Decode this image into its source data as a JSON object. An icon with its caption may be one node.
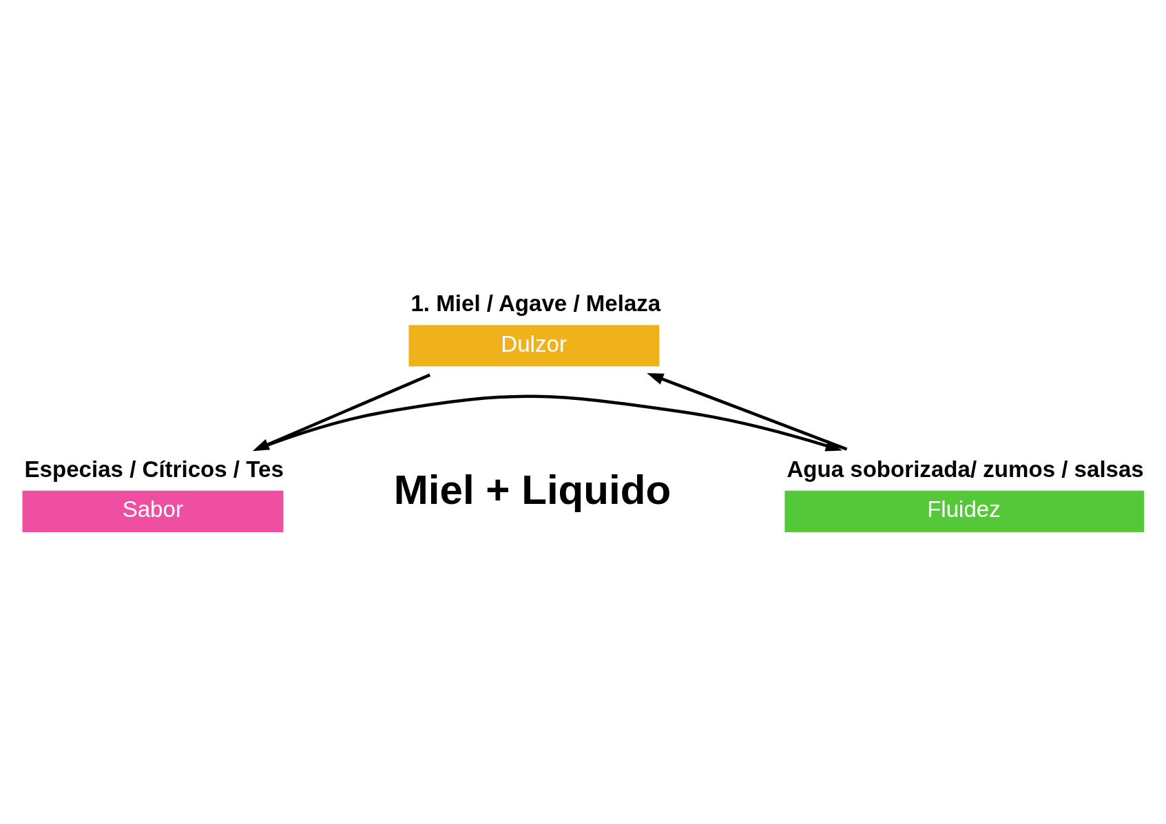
{
  "diagram": {
    "nodes": [
      {
        "text": [
          "1. Miel / Agave / Melaza",
          "Dulzor"
        ]
      },
      {
        "text": [
          "Especias / Cítricos / Tes",
          "Sabor"
        ]
      },
      {
        "text": [
          "Agua soborizada/ zumos / salsas",
          "Fluidez"
        ]
      }
    ],
    "edges": [
      {
        "from": 0,
        "to": 1,
        "arrow": "to"
      },
      {
        "from": 1,
        "to": 2,
        "arrow": "to"
      },
      {
        "from": 2,
        "to": 0,
        "arrow": "to"
      }
    ],
    "labels": [
      "Miel + Liquido"
    ]
  }
}
